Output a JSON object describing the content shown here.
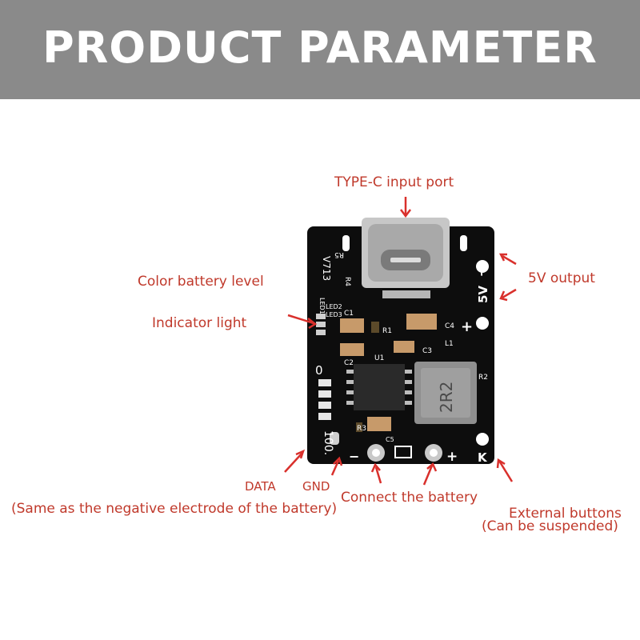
{
  "banner": {
    "title": "PRODUCT PARAMETER"
  },
  "annotations": {
    "type_c": "TYPE-C input port",
    "color_battery": "Color battery level",
    "indicator": "Indicator light",
    "output_5v": "5V output",
    "data": "DATA",
    "gnd": "GND",
    "same_as": "(Same as the negative electrode of the battery)",
    "connect": "Connect the battery",
    "external": "External buttons",
    "suspended": "(Can be suspended)"
  },
  "board_silkscreen": {
    "model": "V713",
    "r5": "R5",
    "r4": "R4",
    "led1": "LED1",
    "led2": "LED2",
    "led3": "LED3",
    "c1": "C1",
    "c2": "C2",
    "c3": "C3",
    "c4": "C4",
    "c5": "C5",
    "r1": "R1",
    "r2": "R2",
    "r3": "R3",
    "u1": "U1",
    "l1": "L1",
    "inductor": "2R2",
    "zero": "0",
    "hundred": "100.",
    "minus_top": "−",
    "v5": "5V",
    "plus_top": "+",
    "minus_bottom": "−",
    "plus_bottom": "+",
    "k": "K"
  },
  "colors": {
    "banner": "#8a8a8a",
    "label": "#c0392b",
    "pcb": "#0d0d0d"
  }
}
